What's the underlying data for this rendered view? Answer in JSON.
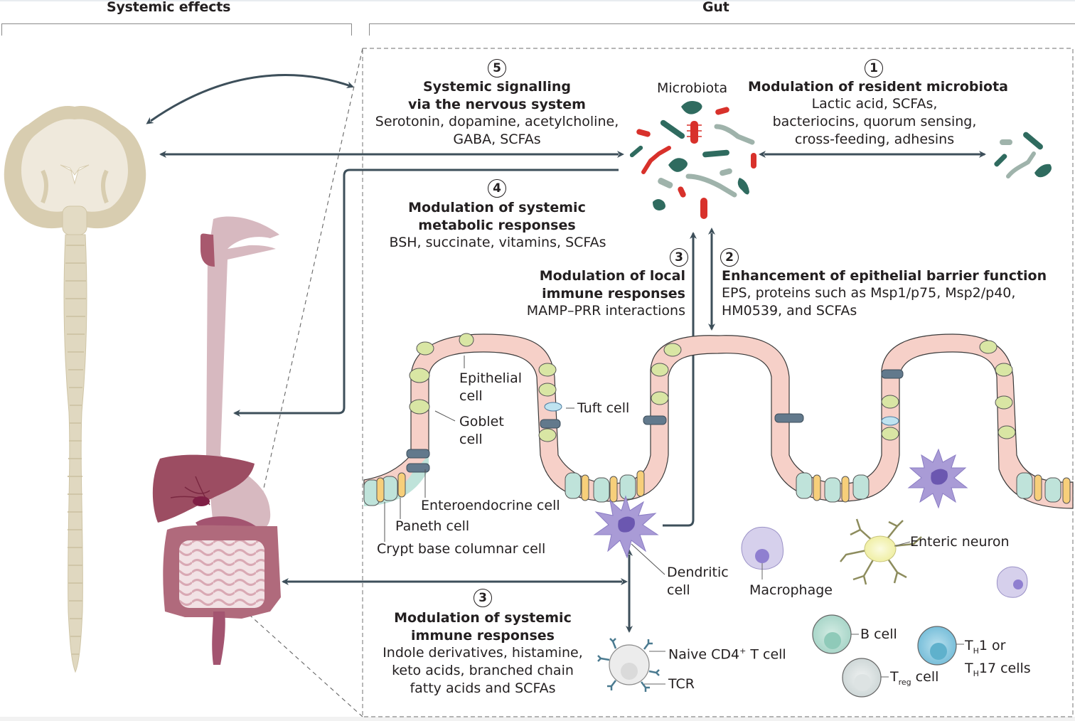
{
  "headers": {
    "systemic": "Systemic effects",
    "gut": "Gut"
  },
  "microbiota_label": "Microbiota",
  "mechanisms": [
    {
      "number": "1",
      "title_lines": [
        "Modulation of resident microbiota"
      ],
      "detail_lines": [
        "Lactic acid, SCFAs,",
        "bacteriocins, quorum sensing,",
        "cross-feeding, adhesins"
      ]
    },
    {
      "number": "2",
      "title_lines": [
        "Enhancement of epithelial barrier function"
      ],
      "detail_lines": [
        "EPS, proteins such as Msp1/p75, Msp2/p40,",
        "HM0539, and SCFAs"
      ]
    },
    {
      "number": "3",
      "title_lines": [
        "Modulation of local",
        "immune responses"
      ],
      "detail_lines": [
        "MAMP–PRR interactions"
      ]
    },
    {
      "number": "4",
      "title_lines": [
        "Modulation of systemic",
        "metabolic responses"
      ],
      "detail_lines": [
        "BSH, succinate, vitamins, SCFAs"
      ]
    },
    {
      "number": "5",
      "title_lines": [
        "Systemic signalling",
        "via the nervous system"
      ],
      "detail_lines": [
        "Serotonin, dopamine, acetylcholine,",
        "GABA, SCFAs"
      ]
    },
    {
      "number": "3",
      "title_lines": [
        "Modulation of systemic",
        "immune responses"
      ],
      "detail_lines": [
        "Indole derivatives, histamine,",
        "keto acids, branched chain",
        "fatty acids and SCFAs"
      ]
    }
  ],
  "cell_labels": {
    "epithelial": [
      "Epithelial",
      "cell"
    ],
    "goblet": [
      "Goblet",
      "cell"
    ],
    "tuft": "Tuft cell",
    "enteroendocrine": "Enteroendocrine cell",
    "paneth": "Paneth cell",
    "crypt_base": "Crypt base columnar cell",
    "dendritic": [
      "Dendritic",
      "cell"
    ],
    "macrophage": "Macrophage",
    "enteric_neuron": "Enteric neuron",
    "naive_t_main": "Naive CD4",
    "naive_t_sup": "+",
    "naive_t_tail": " T cell",
    "tcr": "TCR",
    "b_cell": "B cell",
    "treg_T": "T",
    "treg_sub": "reg",
    "treg_tail": " cell",
    "th_line1_T": "T",
    "th_line1_sub": "H",
    "th_line1_tail": "1 or",
    "th_line2_T": "T",
    "th_line2_sub": "H",
    "th_line2_tail": "17 cells"
  },
  "colors": {
    "arrow": "#3d4f5a",
    "brain": "#d8cdb0",
    "gut_organs": "#b06a7c",
    "epithelium": "#f6d0c8",
    "goblet": "#d9e6a4",
    "stem": "#bfe3da",
    "paneth": "#f7cf7a",
    "dendritic": "#a99bd6",
    "bacteria_red": "#d8312b",
    "bacteria_green": "#2f6b5f",
    "bacteria_grey": "#9fb3ab"
  }
}
